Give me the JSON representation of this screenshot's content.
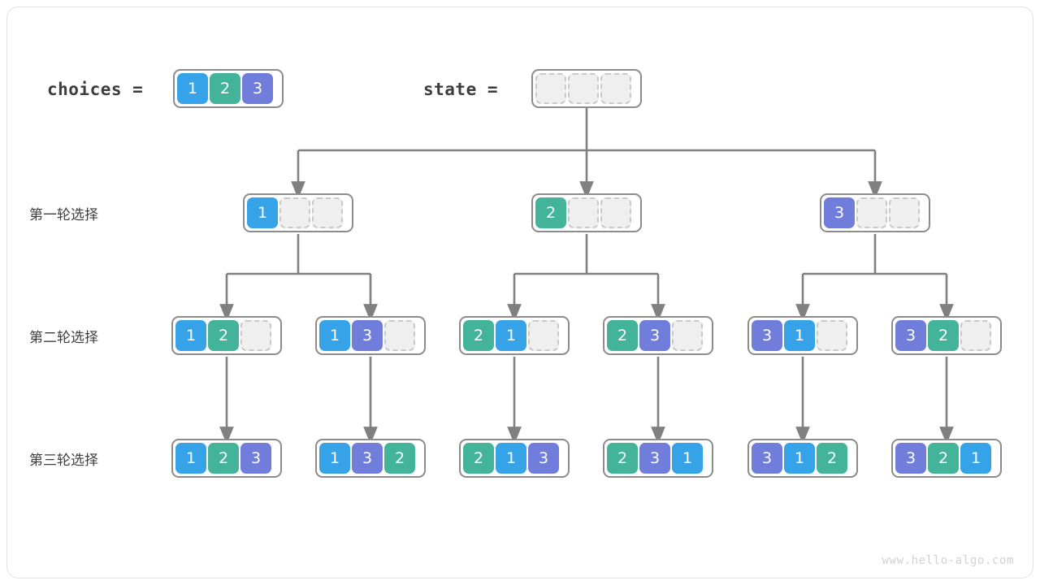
{
  "title": "Permutation backtracking choice tree",
  "colors": {
    "one": "#36a3e8",
    "two": "#43b499",
    "three": "#707ddb",
    "empty_fill": "#efefef",
    "empty_border": "#c9c9c9",
    "node_border": "#8c8c8c",
    "edge": "#808080",
    "text": "#3c3c3c",
    "watermark": "#d2d2d2",
    "frame": "#e3e3e3"
  },
  "header": {
    "choices_label": "choices =",
    "choices_values": [
      "1",
      "2",
      "3"
    ],
    "state_label": "state =",
    "state_values": [
      "",
      "",
      ""
    ]
  },
  "rows": [
    {
      "label": "第一轮选择",
      "nodes": [
        {
          "values": [
            "1",
            "",
            ""
          ]
        },
        {
          "values": [
            "2",
            "",
            ""
          ]
        },
        {
          "values": [
            "3",
            "",
            ""
          ]
        }
      ]
    },
    {
      "label": "第二轮选择",
      "nodes": [
        {
          "values": [
            "1",
            "2",
            ""
          ]
        },
        {
          "values": [
            "1",
            "3",
            ""
          ]
        },
        {
          "values": [
            "2",
            "1",
            ""
          ]
        },
        {
          "values": [
            "2",
            "3",
            ""
          ]
        },
        {
          "values": [
            "3",
            "1",
            ""
          ]
        },
        {
          "values": [
            "3",
            "2",
            ""
          ]
        }
      ]
    },
    {
      "label": "第三轮选择",
      "nodes": [
        {
          "values": [
            "1",
            "2",
            "3"
          ]
        },
        {
          "values": [
            "1",
            "3",
            "2"
          ]
        },
        {
          "values": [
            "2",
            "1",
            "3"
          ]
        },
        {
          "values": [
            "2",
            "3",
            "1"
          ]
        },
        {
          "values": [
            "3",
            "1",
            "2"
          ]
        },
        {
          "values": [
            "3",
            "2",
            "1"
          ]
        }
      ]
    }
  ],
  "watermark": "www.hello-algo.com"
}
